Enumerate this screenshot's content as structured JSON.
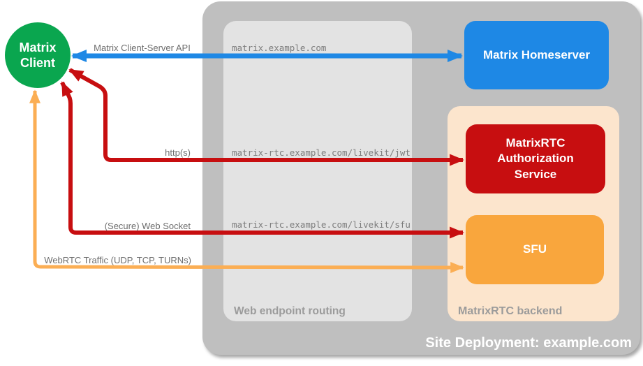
{
  "colors": {
    "green": "#0aa64f",
    "blue": "#1e88e5",
    "red": "#c70e10",
    "orange": "#f9a63d",
    "orange_arrow": "#fbae54",
    "peach": "#fce5cd",
    "outer_gray": "#bfbfbf",
    "inner_gray": "#e3e3e3",
    "label_gray": "#6e6e6e",
    "mono_gray": "#7c7c7c",
    "title_gray": "#9b9b9b"
  },
  "client": {
    "line1": "Matrix",
    "line2": "Client"
  },
  "nodes": {
    "homeserver": "Matrix Homeserver",
    "auth_service": "MatrixRTC Authorization Service",
    "sfu": "SFU"
  },
  "routing": {
    "title": "Web endpoint routing",
    "endpoints": [
      "matrix.example.com",
      "matrix-rtc.example.com/livekit/jwt",
      "matrix-rtc.example.com/livekit/sfu"
    ]
  },
  "backend": {
    "title": "MatrixRTC backend"
  },
  "deployment_title": "Site Deployment: example.com",
  "arrow_labels": {
    "client_server_api": "Matrix Client-Server API",
    "http": "http(s)",
    "websocket": "(Secure) Web Socket",
    "webrtc": "WebRTC Traffic (UDP, TCP, TURNs)"
  }
}
